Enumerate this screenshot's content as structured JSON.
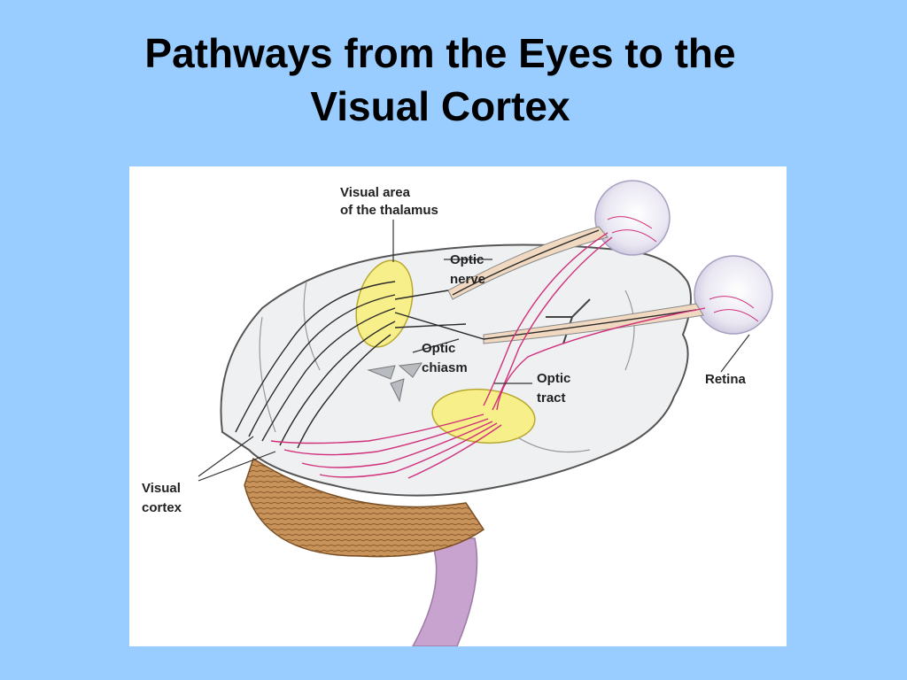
{
  "slide": {
    "title_line1": "Pathways from the Eyes to the",
    "title_line2": "Visual Cortex"
  },
  "diagram": {
    "labels": {
      "thalamus_line1": "Visual area",
      "thalamus_line2": "of the thalamus",
      "optic_nerve_line1": "Optic",
      "optic_nerve_line2": "nerve",
      "optic_chiasm_line1": "Optic",
      "optic_chiasm_line2": "chiasm",
      "optic_tract_line1": "Optic",
      "optic_tract_line2": "tract",
      "retina": "Retina",
      "visual_cortex_line1": "Visual",
      "visual_cortex_line2": "cortex"
    },
    "colors": {
      "background": "#99ccff",
      "panel": "#ffffff",
      "brain": "#eef0f2",
      "thalamus_area": "#f7ef8a",
      "left_visual_field_pathway": "#2a2a2a",
      "right_visual_field_pathway": "#d0307a",
      "cerebellum": "#c8935a",
      "brainstem": "#c9a3cf"
    }
  }
}
